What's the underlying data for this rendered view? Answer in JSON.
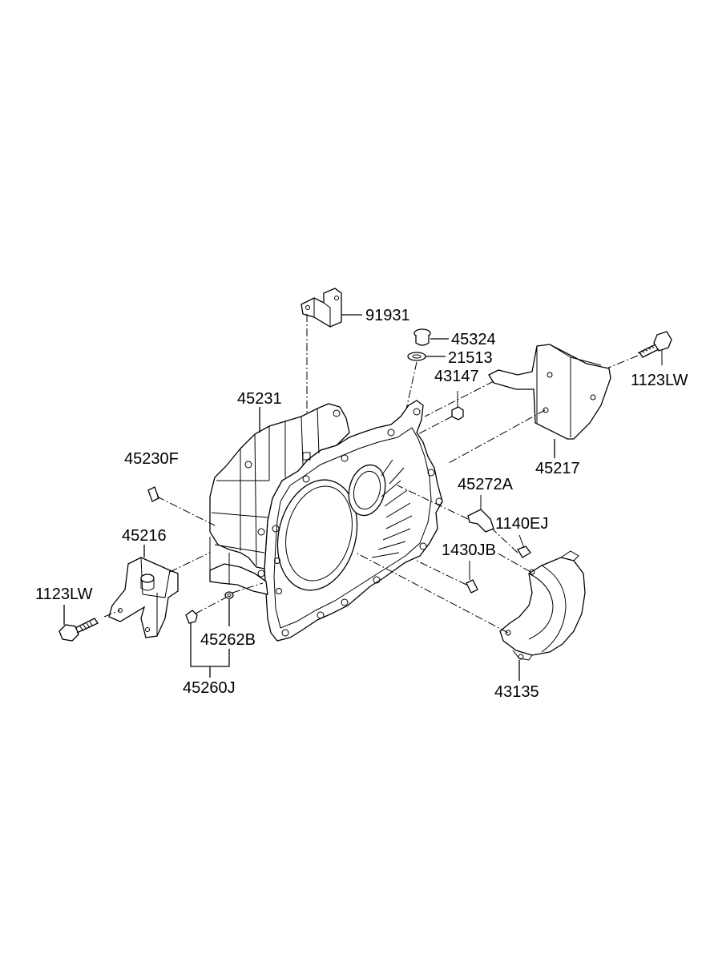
{
  "diagram": {
    "parts": [
      {
        "id": "p91931",
        "label": "91931"
      },
      {
        "id": "p45324",
        "label": "45324"
      },
      {
        "id": "p21513",
        "label": "21513"
      },
      {
        "id": "p43147",
        "label": "43147"
      },
      {
        "id": "p1123LW_right",
        "label": "1123LW"
      },
      {
        "id": "p45231",
        "label": "45231"
      },
      {
        "id": "p45230F",
        "label": "45230F"
      },
      {
        "id": "p45217",
        "label": "45217"
      },
      {
        "id": "p45272A",
        "label": "45272A"
      },
      {
        "id": "p1140EJ",
        "label": "1140EJ"
      },
      {
        "id": "p45216",
        "label": "45216"
      },
      {
        "id": "p1430JB",
        "label": "1430JB"
      },
      {
        "id": "p1123LW_left",
        "label": "1123LW"
      },
      {
        "id": "p45262B",
        "label": "45262B"
      },
      {
        "id": "p45260J",
        "label": "45260J"
      },
      {
        "id": "p43135",
        "label": "43135"
      }
    ]
  }
}
